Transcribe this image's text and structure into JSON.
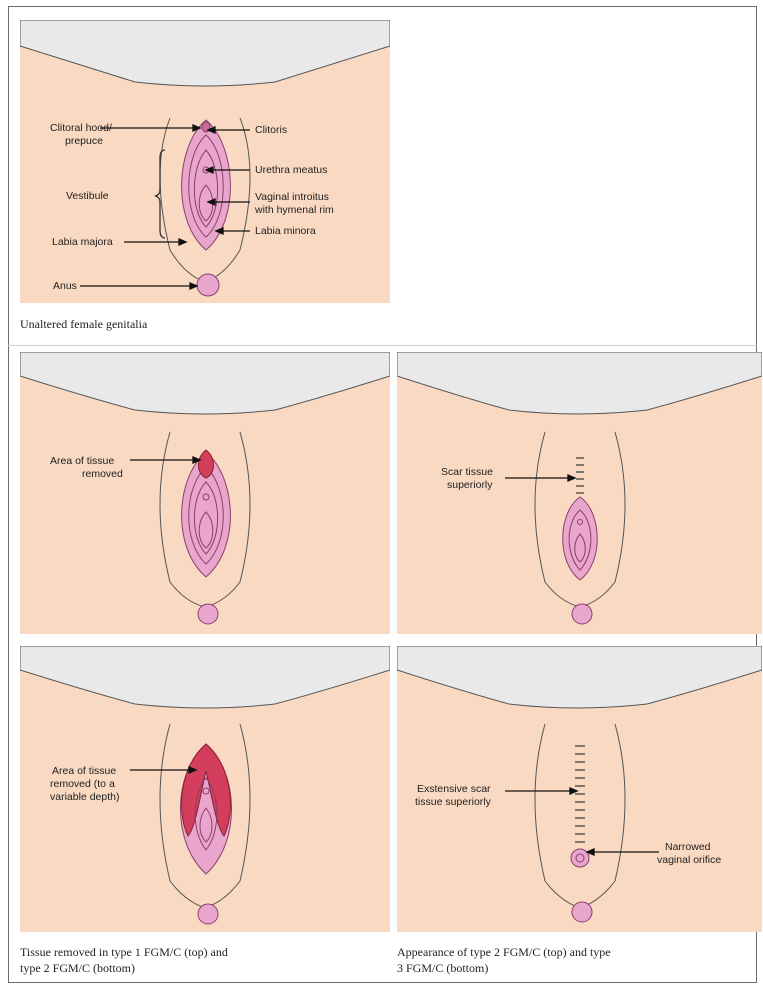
{
  "figure1": {
    "labels": {
      "clitoral_hood": "Clitoral hood/",
      "clitoral_hood_2": "prepuce",
      "clitoris": "Clitoris",
      "urethra": "Urethra meatus",
      "vestibule": "Vestibule",
      "introitus": "Vaginal introitus",
      "introitus_2": "with hymenal rim",
      "labia_majora": "Labia majora",
      "labia_minora": "Labia minora",
      "anus": "Anus"
    },
    "caption": "Unaltered female genitalia"
  },
  "figure2": {
    "label_top": "Area of tissue",
    "label_top_2": "removed",
    "label_bottom": "Area of tissue",
    "label_bottom_2": "removed (to a",
    "label_bottom_3": "variable depth)",
    "caption": "Tissue removed in type 1 FGM/C (top) and\ntype 2 FGM/C (bottom)"
  },
  "figure3": {
    "label_top": "Scar tissue",
    "label_top_2": "superiorly",
    "label_bottom": "Exstensive scar",
    "label_bottom_2": "tissue superiorly",
    "label_orifice": "Narrowed",
    "label_orifice_2": "vaginal orifice",
    "caption": "Appearance of type 2 FGM/C (top) and type\n3 FGM/C (bottom)"
  },
  "colors": {
    "skin": "#f9d9c2",
    "background_top": "#e9e9e9",
    "labia": "#e9a6cc",
    "labia_line": "#8a3f6a",
    "removed": "#d23e5c",
    "outline": "#3a3a3a"
  }
}
